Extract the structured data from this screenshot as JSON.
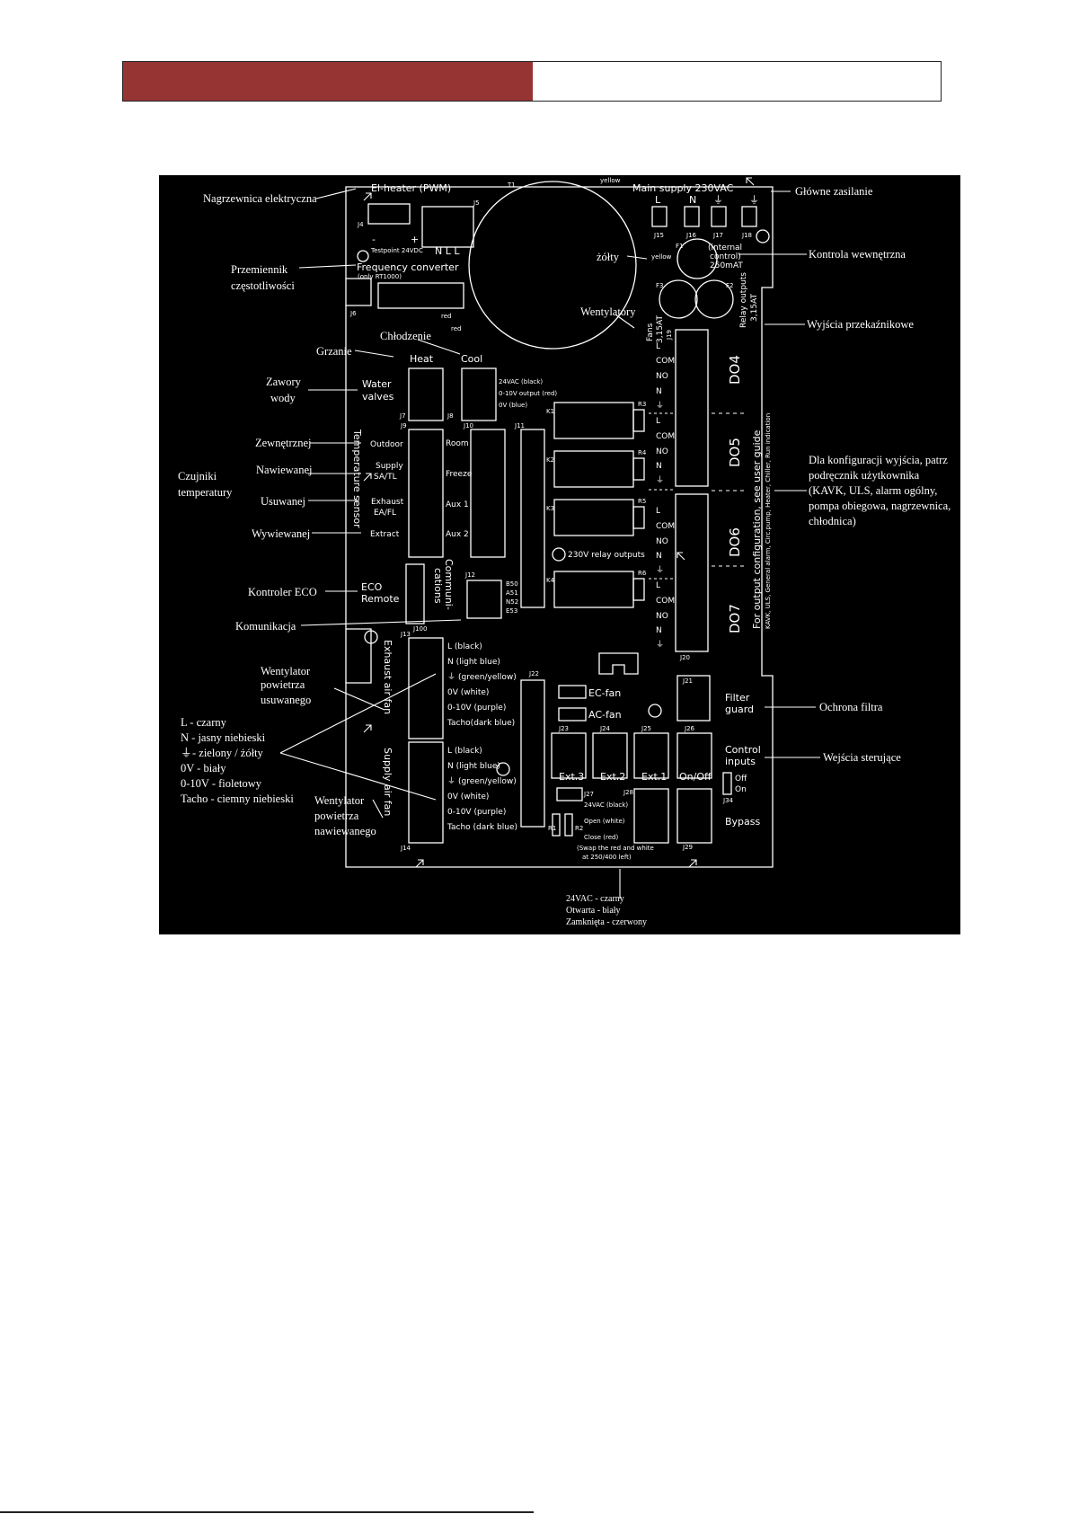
{
  "polish": {
    "el_heater": "Nagrzewnica elektryczna",
    "freq1": "Przemiennik",
    "freq2": "częstotliwości",
    "grzanie": "Grzanie",
    "chlodzenie": "Chłodzenie",
    "zawory1": "Zawory",
    "zawory2": "wody",
    "zewnetrznej": "Zewnętrznej",
    "nawiewanej": "Nawiewanej",
    "czujniki1": "Czujniki",
    "czujniki2": "temperatury",
    "usuwanej": "Usuwanej",
    "wywiewanej": "Wywiewanej",
    "kontroler_eco": "Kontroler ECO",
    "komunikacja": "Komunikacja",
    "wyw_fan1": "Wentylator",
    "wyw_fan2": "powietrza",
    "wyw_fan3": "usuwanego",
    "leg_l": "L - czarny",
    "leg_n": "N - jasny niebieski",
    "leg_earth": "- zielony / żółty",
    "leg_0v": "0V - biały",
    "leg_010": "0-10V - fioletowy",
    "leg_tacho": "Tacho - ciemny niebieski",
    "naw_fan1": "Wentylator",
    "naw_fan2": "powietrza",
    "naw_fan3": "nawiewanego",
    "zasilanie": "Główne zasilanie",
    "zolty": "żółty",
    "kontrola": "Kontrola wewnętrzna",
    "wentylatory": "Wentylatory",
    "wyjscia": "Wyjścia przekaźnikowe",
    "cfg1": "Dla konfiguracji wyjścia, patrz",
    "cfg2": "podręcznik użytkownika",
    "cfg3": "(KAVK, ULS, alarm ogólny,",
    "cfg4": "pompa obiegowa, nagrzewnica,",
    "cfg5": "chłodnica)",
    "filtr": "Ochrona filtra",
    "wejscia": "Wejścia sterujące",
    "bp1": "24VAC - czarny",
    "bp2": "Otwarta - biały",
    "bp3": "Zamknięta - czerwony"
  },
  "pcb": {
    "el_heater": "El-heater (PWM)",
    "t1": "T1",
    "yellow1": "yellow",
    "main_supply": "Main supply 230VAC",
    "sup_l": "L",
    "sup_n": "N",
    "j15": "J15",
    "j16": "J16",
    "j17": "J17",
    "j18": "J18",
    "j4": "J4",
    "j5": "J5",
    "minus": "-",
    "plus": "+",
    "testpoint": "Testpoint 24VDC",
    "nll": "N  L  L",
    "freq": "Frequency converter",
    "freq_sub": "(only RT1000)",
    "j6": "J6",
    "red1": "red",
    "red2": "red",
    "f1": "F1",
    "yellow2": "yellow",
    "ic1": "(internal",
    "ic2": "control)",
    "ic3": "250mAT",
    "f3": "F3",
    "f2": "F2",
    "relay_outputs": "Relay outputs",
    "relay_fuse": "3,15AT",
    "fans": "Fans",
    "fans_fuse": "3,15AT",
    "heat": "Heat",
    "cool": "Cool",
    "water1": "Water",
    "water2": "valves",
    "v24": "24VAC (black)",
    "v010": "0-10V output (red)",
    "v0": "0V (blue)",
    "j7": "J7",
    "j8": "J8",
    "j9": "J9",
    "j10": "J10",
    "j11": "J11",
    "j19": "J19",
    "j20": "J20",
    "r3": "R3",
    "r4": "R4",
    "r5": "R5",
    "r6": "R6",
    "k1": "K1",
    "k2": "K2",
    "k3": "K3",
    "k4": "K4",
    "do4": "DO4",
    "do5": "DO5",
    "do6": "DO6",
    "do7": "DO7",
    "l": "L",
    "com": "COM",
    "no": "NO",
    "n": "N",
    "cfg_main": "For output configuration, see user guide",
    "cfg_sub": "KAVK, ULS, General alarm, Circ.pump, Heater, Chiller, Run indication",
    "temp_sensor": "Temperature sensor",
    "outdoor": "Outdoor",
    "supply": "Supply",
    "sa_tl": "SA/TL",
    "exhaust": "Exhaust",
    "ea_fl": "EA/FL",
    "extract": "Extract",
    "room": "Room",
    "freeze": "Freeze",
    "aux1": "Aux 1",
    "aux2": "Aux 2",
    "relay230": "230V relay outputs",
    "eco": "ECO",
    "remote": "Remote",
    "comm1": "Communi-",
    "comm2": "cations",
    "j12": "J12",
    "j100": "J100",
    "b50": "B50",
    "a51": "A51",
    "n52": "N52",
    "e53": "E53",
    "exhaust_fan": "Exhaust air fan",
    "supply_fan": "Supply air fan",
    "j13": "J13",
    "j14": "J14",
    "fan_l": "L (black)",
    "fan_n": "N (light blue)",
    "fan_gy": "(green/yellow)",
    "fan_0v": "0V (white)",
    "fan_010": "0-10V (purple)",
    "fan_tacho": "Tacho(dark blue)",
    "fan_tacho2": "Tacho (dark blue)",
    "j22": "J22",
    "ec_fan": "EC-fan",
    "ac_fan": "AC-fan",
    "j21": "J21",
    "filter1": "Filter",
    "filter2": "guard",
    "j23": "J23",
    "j24": "J24",
    "j25": "J25",
    "j26": "J26",
    "ext3": "Ext.3",
    "ext2": "Ext.2",
    "ext1": "Ext.1",
    "onoff": "On/Off",
    "ci1": "Control",
    "ci2": "inputs",
    "off": "Off",
    "on": "On",
    "j34": "J34",
    "j27": "J27",
    "j28": "J28",
    "j29": "J29",
    "b24": "24VAC (black)",
    "bopen": "Open (white)",
    "bclose": "Close (red)",
    "bypass": "Bypass",
    "swap1": "(Swap the red and white",
    "swap2": "at 250/400 left)",
    "r1": "R1",
    "r2": "R2"
  }
}
